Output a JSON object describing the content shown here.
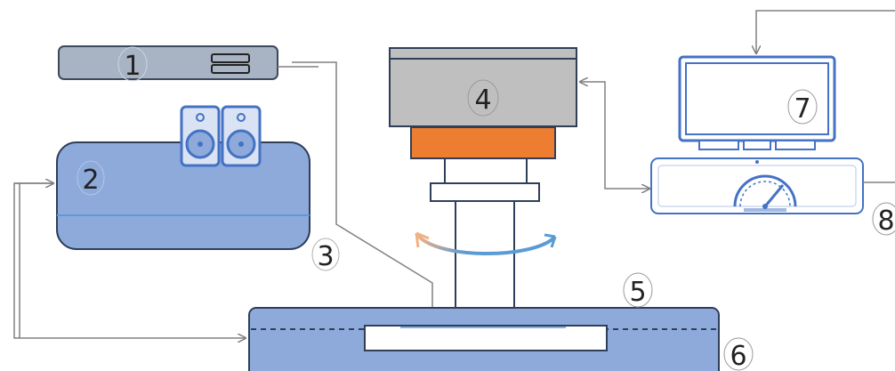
{
  "labels": {
    "n1": "1",
    "n2": "2",
    "n3": "3",
    "n4": "4",
    "n5": "5",
    "n6": "6",
    "n7": "7",
    "n8": "8"
  },
  "colors": {
    "device1_fill": "#a8b3c4",
    "device1_stroke": "#3c4a5e",
    "tank_fill": "#8eaadb",
    "tank_line": "#5b9bd5",
    "stroke_dark": "#2f3f5a",
    "motor_gray": "#bfbfbf",
    "motor_orange": "#ed7d31",
    "monitor_blue": "#4472c4",
    "connector": "#808080",
    "arrow_blue": "#5b9bd5",
    "arrow_orange": "#f4b183"
  },
  "icons": {
    "speakers": "speaker-icon",
    "gauge": "speedometer-icon",
    "monitor": "monitor-icon",
    "rotation": "rotation-arrow-icon"
  }
}
